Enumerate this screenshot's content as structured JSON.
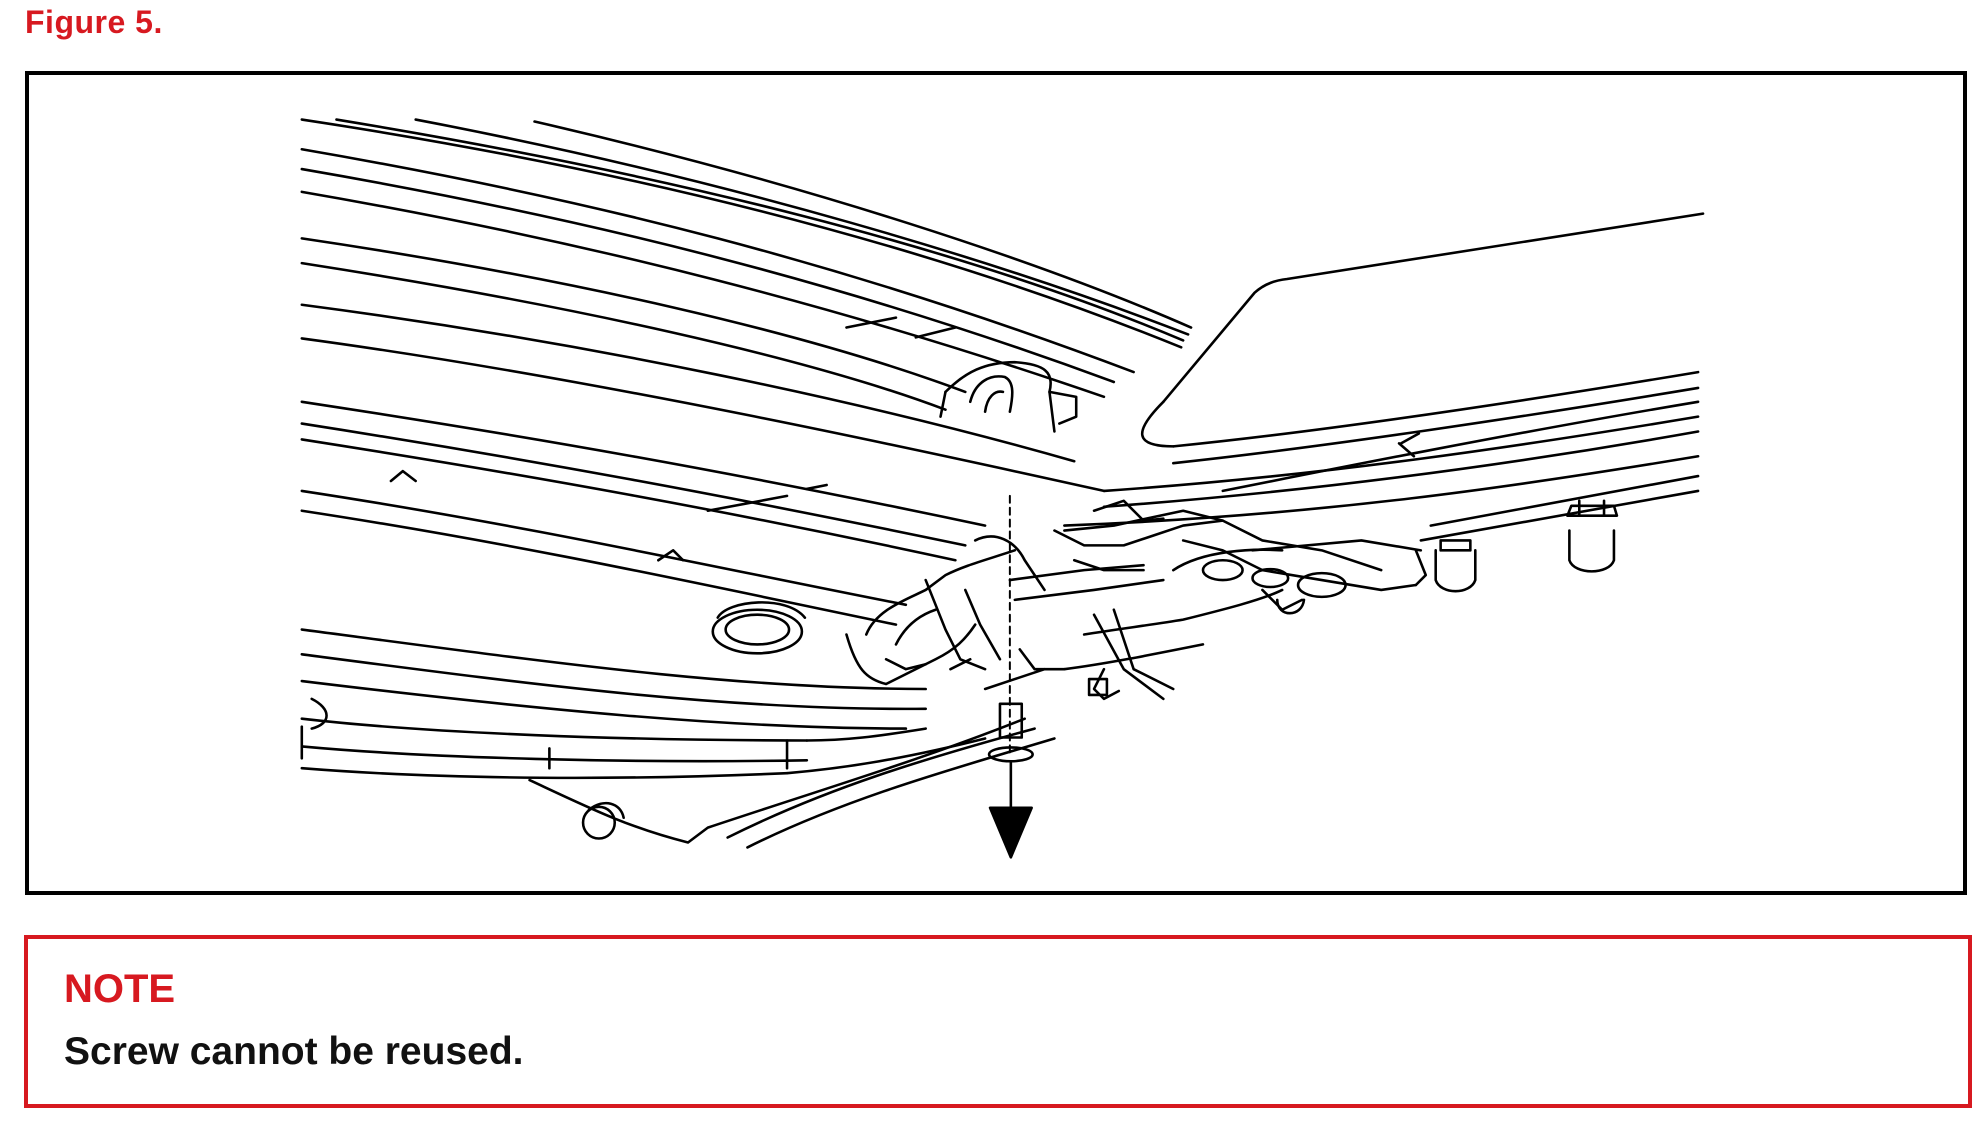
{
  "figure": {
    "label": "Figure 5."
  },
  "illustration": {
    "subject": "screw-removal-diagram"
  },
  "note": {
    "title": "NOTE",
    "text": "Screw cannot be reused."
  },
  "colors": {
    "accent": "#d71920",
    "frame": "#000000",
    "text": "#111111",
    "line": "#000000"
  }
}
